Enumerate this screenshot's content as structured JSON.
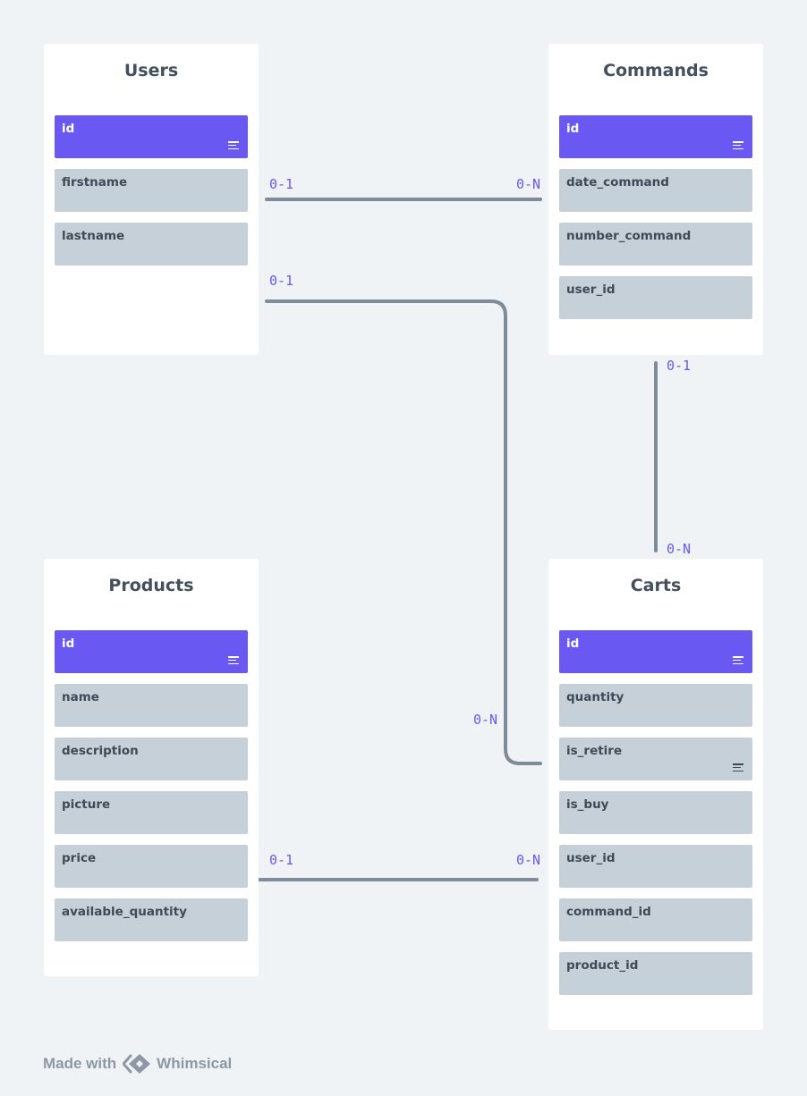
{
  "colors": {
    "background": "#eff3f6",
    "card": "#ffffff",
    "field": "#c5d0d9",
    "primary_key": "#6a58f2",
    "connector": "#7e8b99",
    "cardinality": "#6a58f2"
  },
  "entities": {
    "users": {
      "title": "Users",
      "fields": [
        {
          "name": "id",
          "primary_key": true,
          "note": true
        },
        {
          "name": "firstname",
          "primary_key": false,
          "note": false
        },
        {
          "name": "lastname",
          "primary_key": false,
          "note": false
        }
      ]
    },
    "commands": {
      "title": "Commands",
      "fields": [
        {
          "name": "id",
          "primary_key": true,
          "note": true
        },
        {
          "name": "date_command",
          "primary_key": false,
          "note": false
        },
        {
          "name": "number_command",
          "primary_key": false,
          "note": false
        },
        {
          "name": "user_id",
          "primary_key": false,
          "note": false
        }
      ]
    },
    "products": {
      "title": "Products",
      "fields": [
        {
          "name": "id",
          "primary_key": true,
          "note": true
        },
        {
          "name": "name",
          "primary_key": false,
          "note": false
        },
        {
          "name": "description",
          "primary_key": false,
          "note": false
        },
        {
          "name": "picture",
          "primary_key": false,
          "note": false
        },
        {
          "name": "price",
          "primary_key": false,
          "note": false
        },
        {
          "name": "available_quantity",
          "primary_key": false,
          "note": false
        }
      ]
    },
    "carts": {
      "title": "Carts",
      "fields": [
        {
          "name": "id",
          "primary_key": true,
          "note": true
        },
        {
          "name": "quantity",
          "primary_key": false,
          "note": false
        },
        {
          "name": "is_retire",
          "primary_key": false,
          "note": true
        },
        {
          "name": "is_buy",
          "primary_key": false,
          "note": false
        },
        {
          "name": "user_id",
          "primary_key": false,
          "note": false
        },
        {
          "name": "command_id",
          "primary_key": false,
          "note": false
        },
        {
          "name": "product_id",
          "primary_key": false,
          "note": false
        }
      ]
    }
  },
  "relationships": [
    {
      "from": "Users",
      "to": "Commands",
      "from_cardinality": "0-1",
      "to_cardinality": "0-N"
    },
    {
      "from": "Users",
      "to": "Carts",
      "from_cardinality": "0-1",
      "to_cardinality": "0-N"
    },
    {
      "from": "Commands",
      "to": "Carts",
      "from_cardinality": "0-1",
      "to_cardinality": "0-N"
    },
    {
      "from": "Products",
      "to": "Carts",
      "from_cardinality": "0-1",
      "to_cardinality": "0-N"
    }
  ],
  "footer": {
    "made_with": "Made with",
    "brand": "Whimsical",
    "logo_icon": "whimsical-logo-icon"
  }
}
